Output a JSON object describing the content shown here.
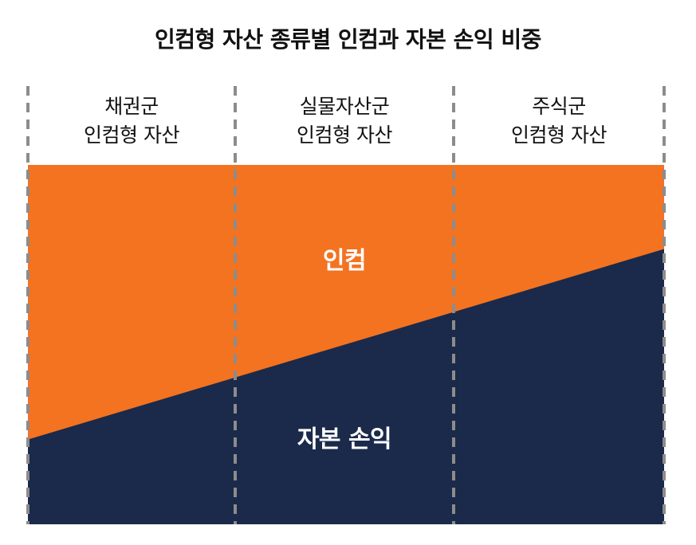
{
  "title": "인컴형 자산 종류별 인컴과 자본 손익 비중",
  "columns": [
    {
      "line1": "채권군",
      "line2": "인컴형 자산"
    },
    {
      "line1": "실물자산군",
      "line2": "인컴형 자산"
    },
    {
      "line1": "주식군",
      "line2": "인컴형 자산"
    }
  ],
  "regions": {
    "income": {
      "label": "인컴",
      "color": "#F37321"
    },
    "capital": {
      "label": "자본 손익",
      "color": "#1B2A4A"
    }
  },
  "capital_share": {
    "start": 0.236,
    "end": 0.766
  },
  "divider_color": "#8C8C8C"
}
